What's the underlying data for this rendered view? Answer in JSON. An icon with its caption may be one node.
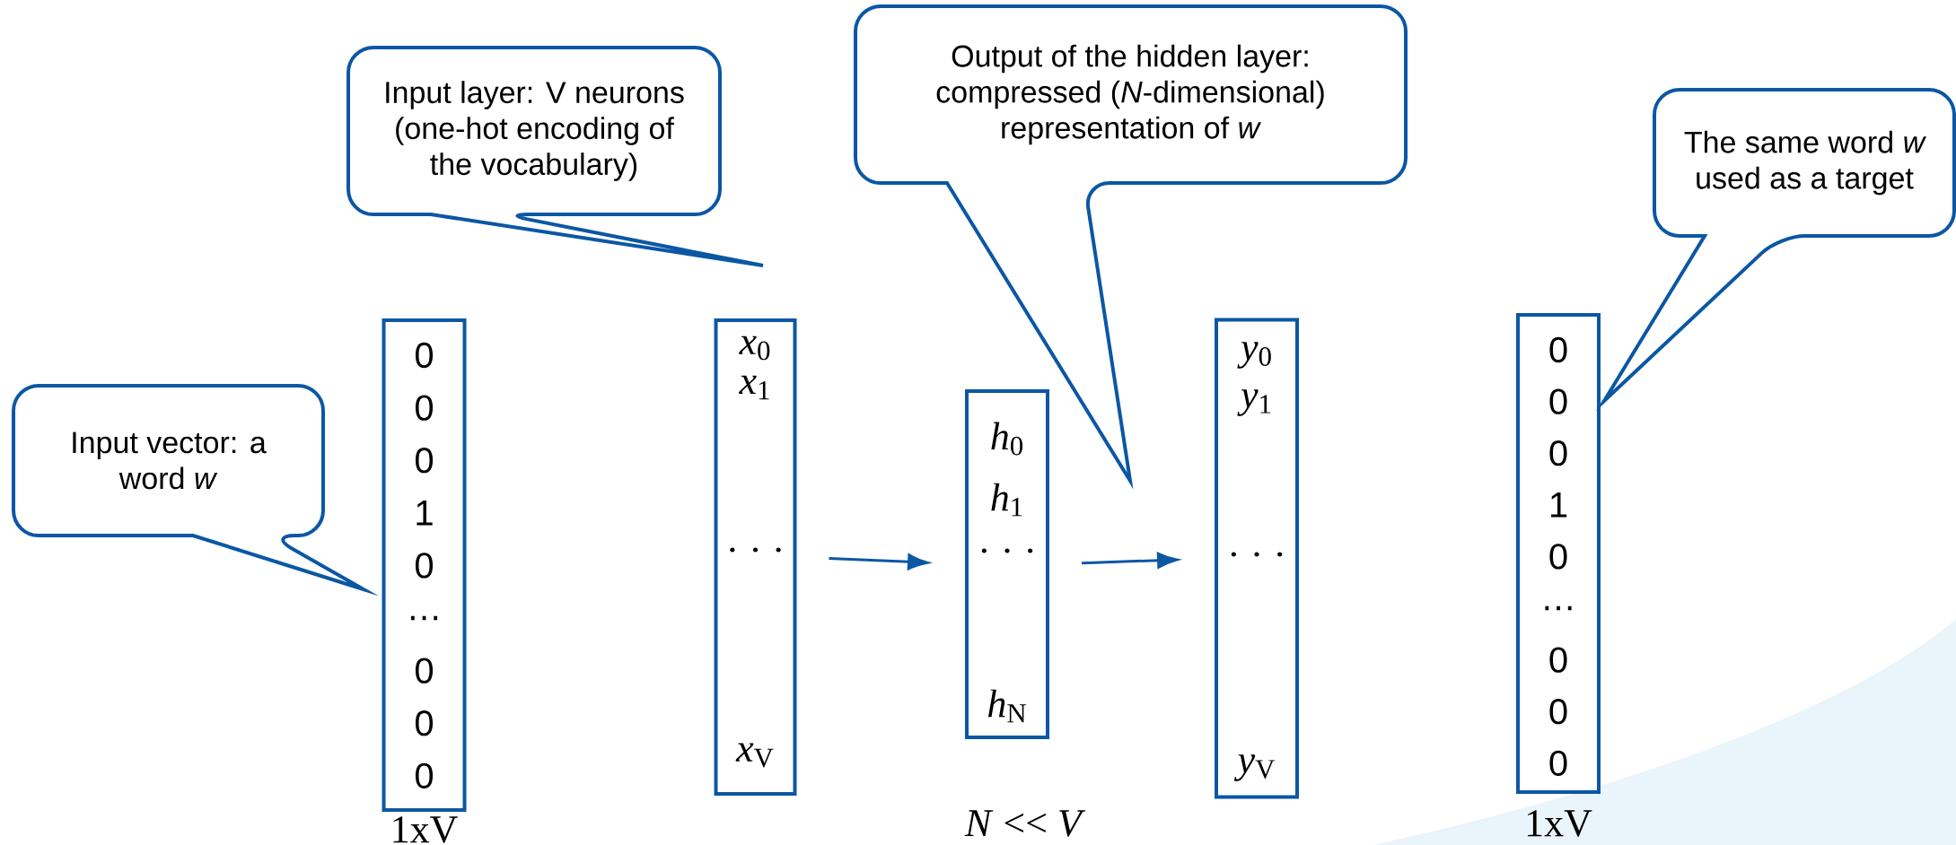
{
  "diagram": {
    "nodes": [
      {
        "text": [
          "Input vector: a word *w*"
        ]
      },
      {
        "text": [
          "0",
          "0",
          "0",
          "1",
          "0",
          "…",
          "0",
          "0",
          "0"
        ],
        "beside": [
          "1xV"
        ]
      },
      {
        "text": [
          "Input layer: V neurons (one-hot encoding of the vocabulary)"
        ]
      },
      {
        "text": [
          "*x*$_{0}$",
          "*x*$_{1}$",
          "· · ·",
          "*x*$_{V}$"
        ]
      },
      {
        "text": [
          "Output of the hidden layer: compressed (*N*-dimensional) representation of *w*"
        ]
      },
      {
        "text": [
          "*h*$_{0}$",
          "*h*$_{1}$",
          "· · ·",
          "*h*$_{N}$"
        ],
        "beside": [
          "*N* << *V*"
        ]
      },
      {
        "text": [
          "*y*$_{0}$",
          "*y*$_{1}$",
          "· · ·",
          "*y*$_{V}$"
        ]
      },
      {
        "text": [
          "The same word *w* used as a target"
        ]
      },
      {
        "text": [
          "0",
          "0",
          "0",
          "1",
          "0",
          "…",
          "0",
          "0",
          "0"
        ],
        "beside": [
          "1xV"
        ]
      }
    ],
    "edges": [
      {
        "from": 3,
        "to": 5,
        "arrow": "to"
      },
      {
        "from": 5,
        "to": 6,
        "arrow": "to"
      }
    ]
  }
}
